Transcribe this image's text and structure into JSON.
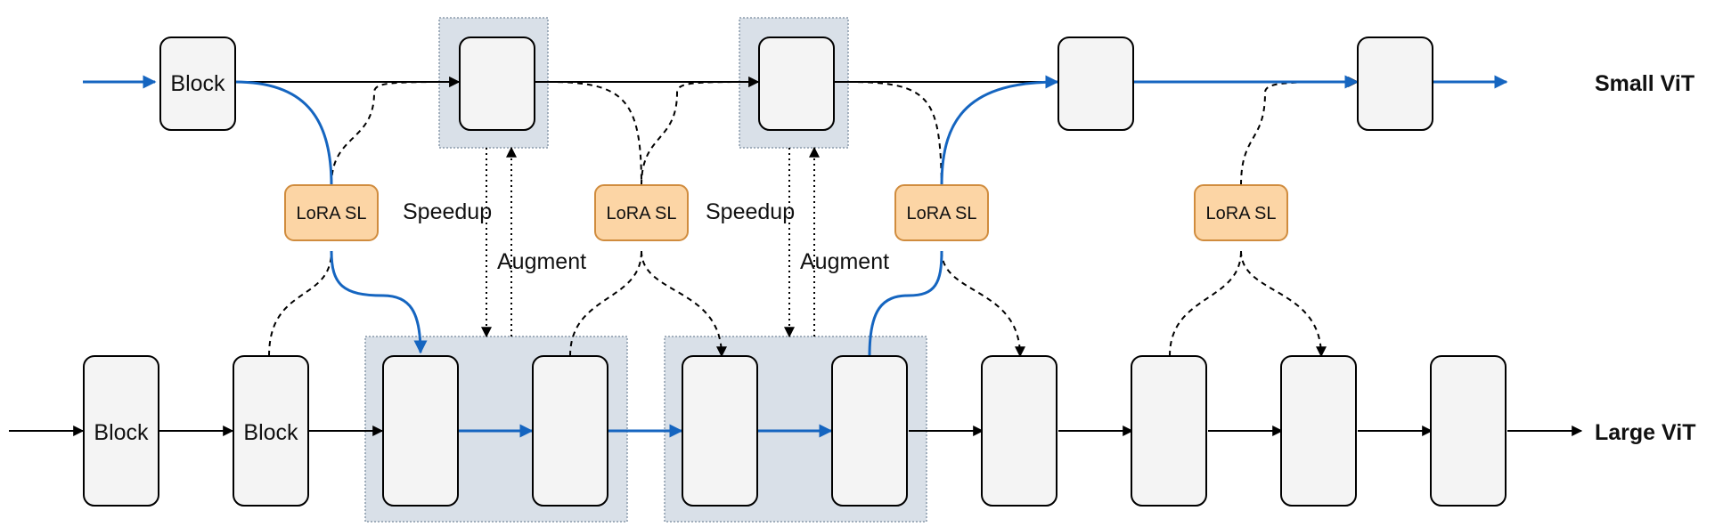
{
  "labels": {
    "small_vit": "Small ViT",
    "large_vit": "Large ViT",
    "block": "Block",
    "lora": "LoRA SL",
    "speedup": "Speedup",
    "augment": "Augment"
  },
  "colors": {
    "highlight_blue": "#1565C0",
    "block_fill": "#F4F4F4",
    "region_fill": "#D9E0E8",
    "lora_fill": "#FCD5A5",
    "lora_border": "#D08C3E",
    "line": "#000000"
  },
  "small_row": {
    "blocks": [
      "Block",
      "",
      "",
      "",
      ""
    ]
  },
  "large_row": {
    "blocks": [
      "Block",
      "Block",
      "",
      "",
      "",
      "",
      "",
      "",
      "",
      ""
    ]
  },
  "lora_modules": [
    "LoRA SL",
    "LoRA SL",
    "LoRA SL",
    "LoRA SL"
  ],
  "annotations": [
    {
      "speedup": "Speedup",
      "augment": "Augment"
    },
    {
      "speedup": "Speedup",
      "augment": "Augment"
    }
  ]
}
